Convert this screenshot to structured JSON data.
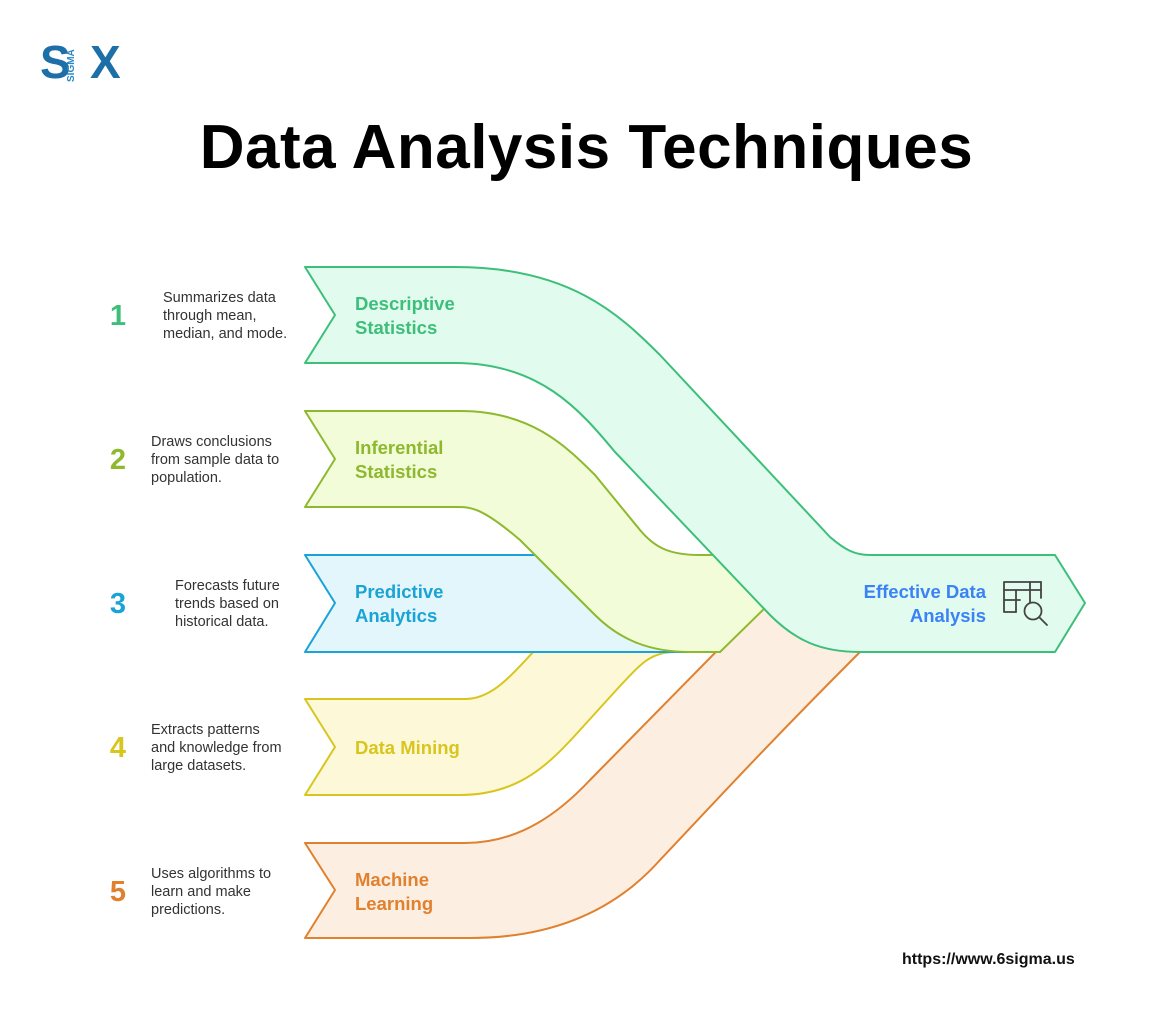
{
  "logo": {
    "left": "S",
    "middle": "SIGMA",
    "right": "X"
  },
  "title": "Data Analysis Techniques",
  "techniques": [
    {
      "number": "1",
      "label_line1": "Descriptive",
      "label_line2": "Statistics",
      "desc_line1": "Summarizes data",
      "desc_line2": "through mean,",
      "desc_line3": "median, and mode."
    },
    {
      "number": "2",
      "label_line1": "Inferential",
      "label_line2": "Statistics",
      "desc_line1": "Draws conclusions",
      "desc_line2": "from sample data to",
      "desc_line3": "population."
    },
    {
      "number": "3",
      "label_line1": "Predictive",
      "label_line2": "Analytics",
      "desc_line1": "Forecasts future",
      "desc_line2": "trends based on",
      "desc_line3": "historical data."
    },
    {
      "number": "4",
      "label_line1": "Data Mining",
      "label_line2": "",
      "desc_line1": "Extracts patterns",
      "desc_line2": "and knowledge from",
      "desc_line3": "large datasets."
    },
    {
      "number": "5",
      "label_line1": "Machine",
      "label_line2": "Learning",
      "desc_line1": "Uses algorithms to",
      "desc_line2": "learn and make",
      "desc_line3": "predictions."
    }
  ],
  "colors": {
    "green": "#3dbf7a",
    "green_fill": "#e1fbee",
    "lime": "#8db92e",
    "lime_fill": "#f3fcd8",
    "blue": "#1aa3d6",
    "blue_fill": "#e3f6fc",
    "yellow": "#d8c61f",
    "yellow_fill": "#fdf9d8",
    "orange": "#e0812f",
    "orange_fill": "#fdeee2",
    "outcome_text": "#3b82f6"
  },
  "outcome": {
    "line1": "Effective Data",
    "line2": "Analysis",
    "icon": "table-search-icon"
  },
  "footer_url": "https://www.6sigma.us"
}
